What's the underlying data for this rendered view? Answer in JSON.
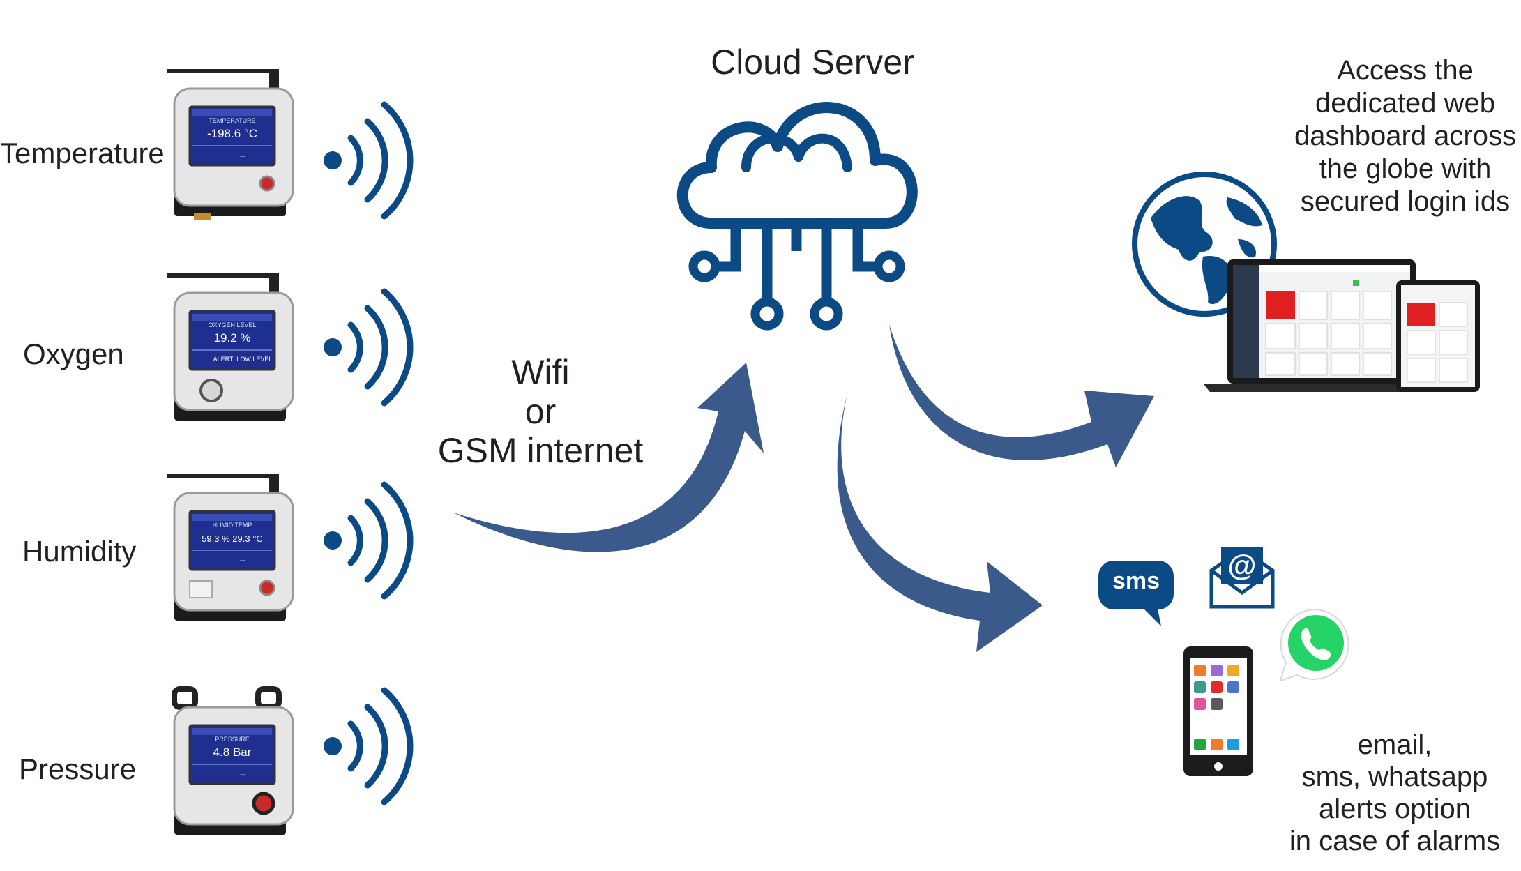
{
  "cloud": {
    "title": "Cloud Server"
  },
  "connection": {
    "line1": "Wifi",
    "line2": "or",
    "line3": "GSM internet"
  },
  "sensors": [
    {
      "label": "Temperature",
      "screen_header": "TEMPERATURE",
      "screen_value": "-198.6 °C",
      "screen_footer": "--"
    },
    {
      "label": "Oxygen",
      "screen_header": "OXYGEN LEVEL",
      "screen_value": "19.2 %",
      "screen_footer": "ALERT! LOW LEVEL"
    },
    {
      "label": "Humidity",
      "screen_header": "HUMID   TEMP",
      "screen_value": "59.3 %   29.3 °C",
      "screen_footer": "--"
    },
    {
      "label": "Pressure",
      "screen_header": "PRESSURE",
      "screen_value": "4.8 Bar",
      "screen_footer": "--"
    }
  ],
  "dashboard_text": {
    "line1": "Access the",
    "line2": "dedicated web",
    "line3": "dashboard across",
    "line4": "the globe with",
    "line5": "secured login ids"
  },
  "alerts_text": {
    "line1": "email,",
    "line2": "sms, whatsapp",
    "line3": "alerts option",
    "line4": "in case of alarms"
  },
  "sms_badge": "sms",
  "email_symbol": "@",
  "icons": {
    "cloud": "cloud-circuit-icon",
    "globe": "globe-icon",
    "laptop": "laptop-icon",
    "tablet": "tablet-icon",
    "sms": "sms-bubble-icon",
    "email": "email-envelope-icon",
    "whatsapp": "whatsapp-icon",
    "phone": "smartphone-icon",
    "wireless": "wireless-signal-icon"
  },
  "colors": {
    "primary": "#0b4a85",
    "arrow": "#3b5a8c",
    "whatsapp": "#25d366",
    "text": "#231f20",
    "alarm": "#e02020"
  }
}
